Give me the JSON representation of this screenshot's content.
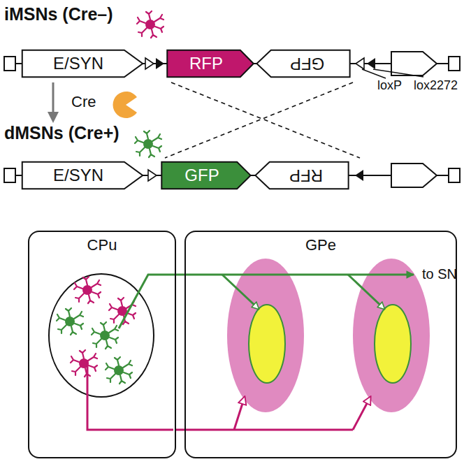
{
  "diagram": {
    "nodes": [
      {
        "text": [
          "E/SYN"
        ]
      },
      {
        "text": [
          "RFP"
        ]
      },
      {
        "text": [
          "GFP"
        ]
      },
      {
        "text": [
          "E/SYN"
        ]
      },
      {
        "text": [
          "GFP"
        ]
      },
      {
        "text": [
          "RFP"
        ]
      },
      {
        "text": [
          "CPu"
        ]
      },
      {
        "text": [
          "GPe"
        ]
      }
    ],
    "edges": [
      {
        "from": 6,
        "to": 7,
        "arrow": "to"
      }
    ],
    "labels": [
      "iMSNs (Cre–)",
      "loxP",
      "lox2272",
      "Cre",
      "dMSNs (Cre+)",
      "to SN"
    ]
  }
}
